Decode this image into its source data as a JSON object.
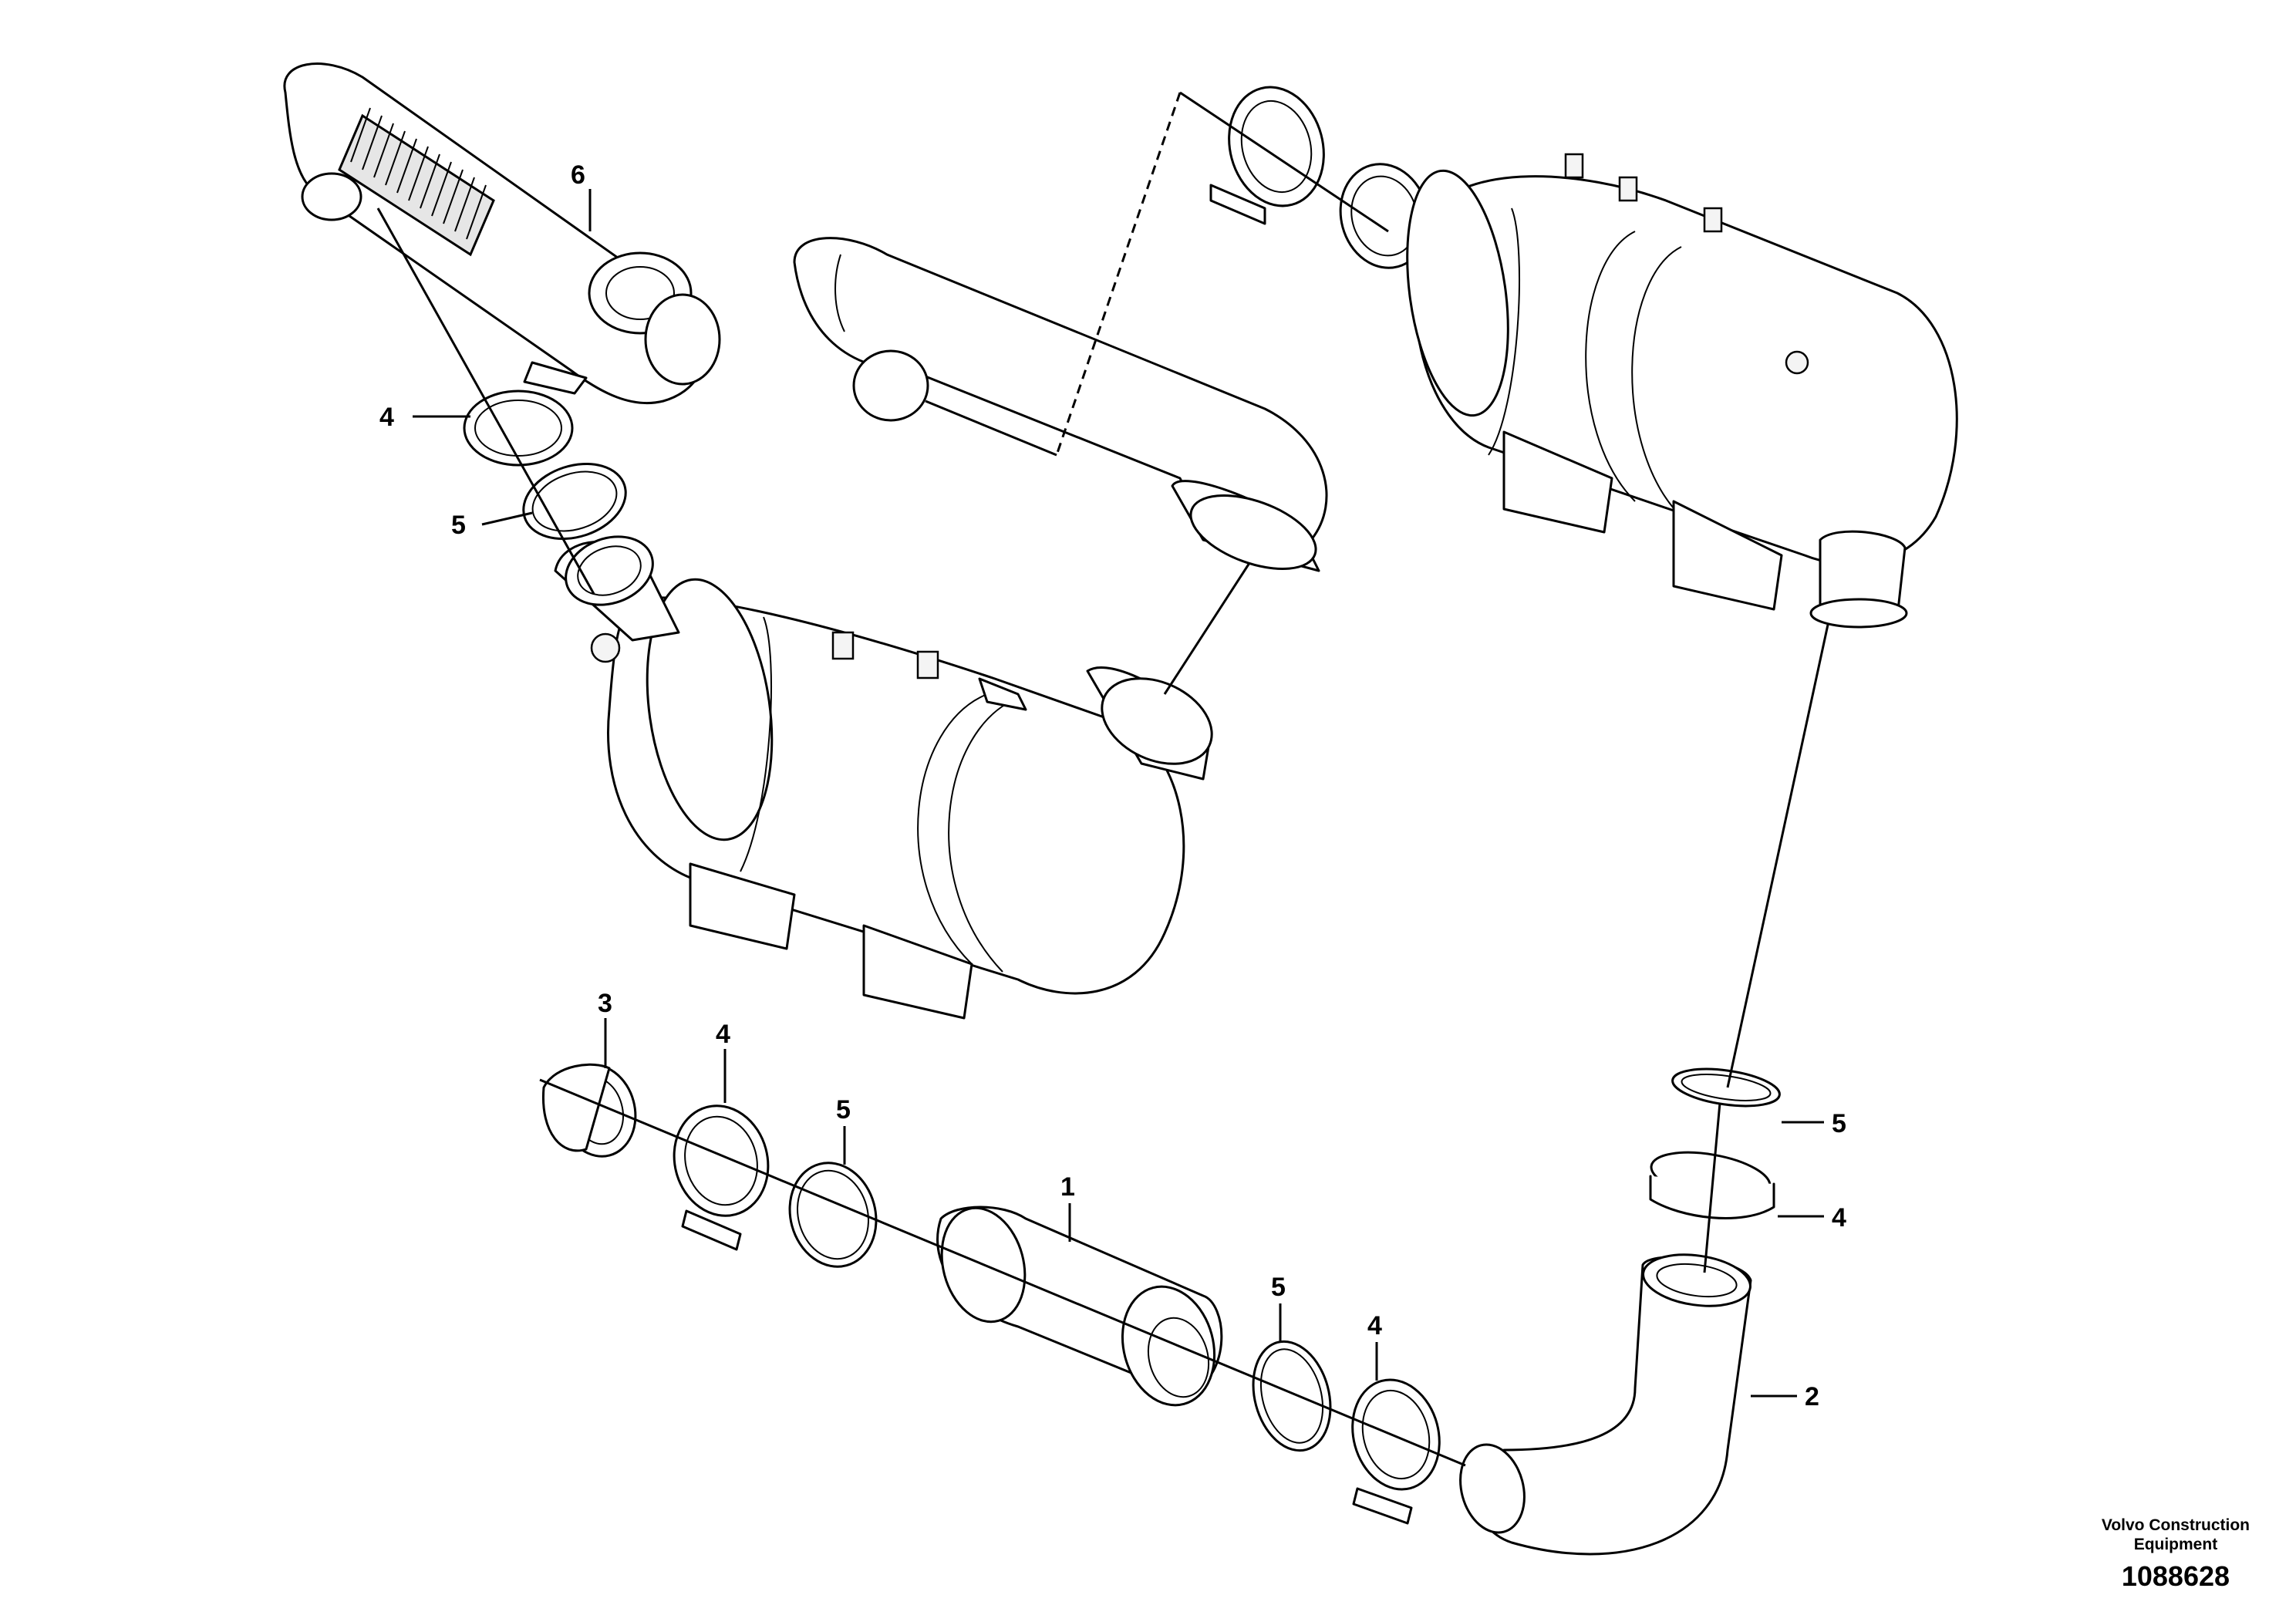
{
  "drawing": {
    "callouts": {
      "c1": "1",
      "c2": "2",
      "c3": "3",
      "c4a": "4",
      "c4b": "4",
      "c4c": "4",
      "c4d": "4",
      "c5a": "5",
      "c5b": "5",
      "c5c": "5",
      "c5d": "5",
      "c6": "6"
    }
  },
  "footer": {
    "brand_line1": "Volvo Construction",
    "brand_line2": "Equipment",
    "document_number": "1088628"
  }
}
